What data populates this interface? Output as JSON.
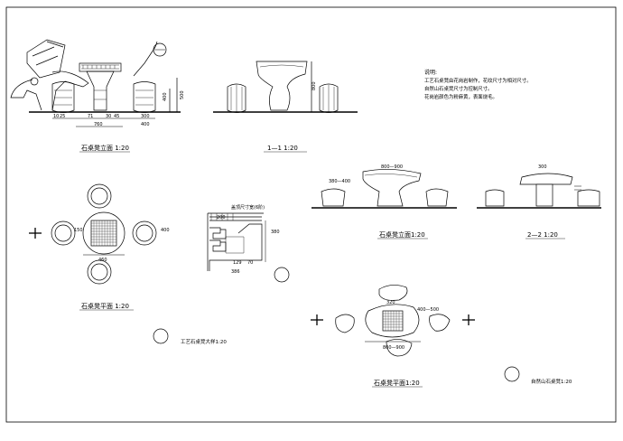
{
  "titles": {
    "elev1": "石桌凳立面 1:20",
    "sec1": "1—1  1:20",
    "plan1": "石桌凳平面 1:20",
    "detail": "工艺石桌凳大样1:20",
    "detail_note": "盖顶尺寸宽(6阶)",
    "elev2": "石桌凳立面1:20",
    "sec2": "2—2  1:20",
    "plan2": "石桌凳平面1:20",
    "natural": "自然山石桌凳1:20"
  },
  "notes": {
    "heading": "说明:",
    "lines": [
      "工艺石桌凳由花岗岩制作，花纹尺寸为相对尺寸。",
      "自然山石桌凳尺寸为控制尺寸。",
      "花岗岩颜色为粉麻黄，表面烧毛。"
    ]
  },
  "dims": {
    "e1_a": "10",
    "e1_b": "25",
    "e1_c": "71",
    "e1_d": "30",
    "e1_e": "45",
    "e1_f": "760",
    "e1_g": "300",
    "e1_h": "400",
    "e1_v1": "400",
    "e1_v2": "500",
    "s1_v": "800",
    "p1_a": "150",
    "p1_b": "400",
    "p1_c": "460",
    "d_a": "200",
    "d_b": "380",
    "d_c": "129",
    "d_d": "70",
    "d_e": "386",
    "e2_top": "800—900",
    "e2_side": "380—400",
    "s2_top": "300",
    "p2_a": "320",
    "p2_b": "400—500",
    "p2_c": "800—900"
  }
}
